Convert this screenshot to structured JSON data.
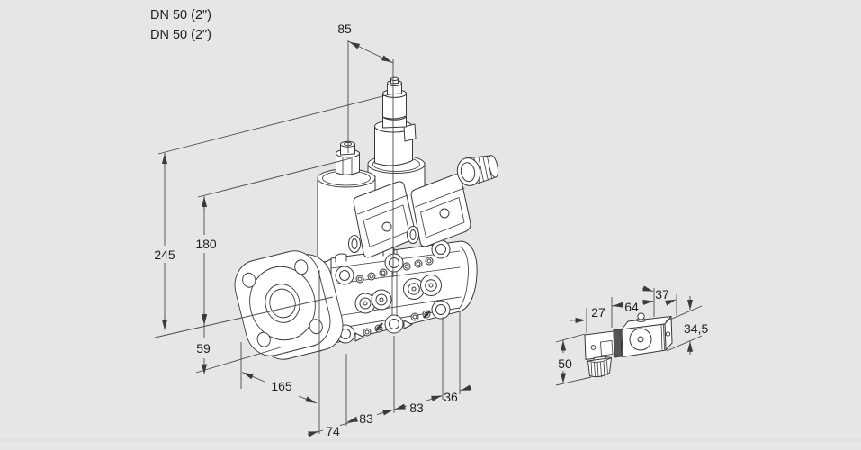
{
  "product_labels": {
    "line1": "DN 50 (2\")",
    "line2": "DN 50 (2\")"
  },
  "main_view": {
    "dims": {
      "actuator_spacing": "85",
      "total_height": "245",
      "axis_to_top": "180",
      "axis_to_bottom": "59",
      "flange_length": "165",
      "flange_to_first_axis": "74",
      "valve_spacing_1": "83",
      "valve_spacing_2": "83",
      "last_axis_to_end": "36"
    }
  },
  "detail_view": {
    "dims": {
      "connector_width": "27",
      "coil_length": "64",
      "coil_depth": "37",
      "coil_height": "34,5",
      "connector_height": "50"
    }
  },
  "colors": {
    "background": "#e6e6e6",
    "drawing_line": "#383838",
    "dimension_line": "#4a4a4a",
    "text": "#1f1f1f"
  }
}
